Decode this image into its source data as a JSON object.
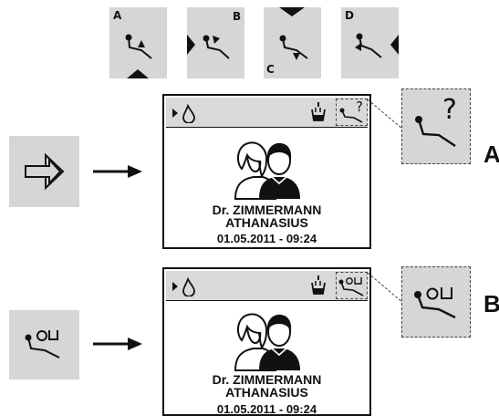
{
  "position_tiles": [
    {
      "letter": "A",
      "icon": "chair-position-a-icon"
    },
    {
      "letter": "B",
      "icon": "chair-position-b-icon"
    },
    {
      "letter": "C",
      "icon": "chair-position-c-icon"
    },
    {
      "letter": "D",
      "icon": "chair-position-d-icon"
    }
  ],
  "panels": [
    {
      "input_icon": "enter-arrow-icon",
      "screen": {
        "status_icon": "water-drop-icon",
        "cup_icon": "cup-filler-icon",
        "mode_icon": "chair-position-unknown-icon",
        "mode_symbol": "?",
        "user_line1": "Dr. ZIMMERMANN",
        "user_line2": "ATHANASIUS",
        "datetime": "01.05.2011  -  09:24"
      },
      "callout_symbol": "?",
      "callout_letter": "A"
    },
    {
      "input_icon": "chair-program-button-icon",
      "screen": {
        "status_icon": "water-drop-icon",
        "cup_icon": "cup-filler-icon",
        "mode_icon": "chair-rinse-position-icon",
        "user_line1": "Dr. ZIMMERMANN",
        "user_line2": "ATHANASIUS",
        "datetime": "01.05.2011  -  09:24"
      },
      "callout_letter": "B"
    }
  ],
  "colors": {
    "tile_grey": "#d6d6d6",
    "screen_bar": "#d9d9d9",
    "ink": "#111111"
  }
}
